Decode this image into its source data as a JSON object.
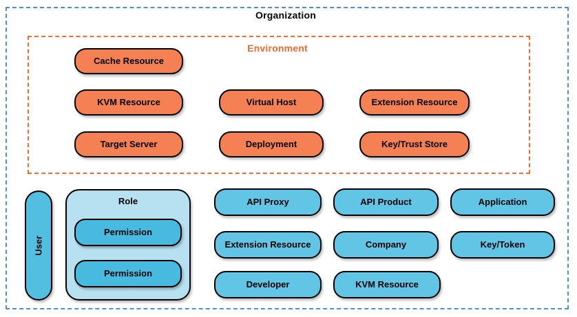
{
  "diagram": {
    "organization": {
      "title": "Organization",
      "user_label": "User",
      "role": {
        "label": "Role",
        "permissions": [
          {
            "label": "Permission"
          },
          {
            "label": "Permission"
          }
        ]
      },
      "nodes": [
        {
          "label": "API Proxy"
        },
        {
          "label": "API Product"
        },
        {
          "label": "Application"
        },
        {
          "label": "Extension Resource"
        },
        {
          "label": "Company"
        },
        {
          "label": "Key/Token"
        },
        {
          "label": "Developer"
        },
        {
          "label": "KVM Resource"
        }
      ]
    },
    "environment": {
      "title": "Environment",
      "nodes": [
        {
          "label": "Cache Resource"
        },
        {
          "label": "KVM Resource"
        },
        {
          "label": "Virtual Host"
        },
        {
          "label": "Extension Resource"
        },
        {
          "label": "Target Server"
        },
        {
          "label": "Deployment"
        },
        {
          "label": "Key/Trust Store"
        }
      ]
    },
    "colors": {
      "organization_border": "#4A8FD8",
      "environment_border": "#F26B2B",
      "environment_title_text": "#F26B2B",
      "environment_node_fill": "#F48054",
      "organization_node_fill": "#63C5E5",
      "permission_node_fill": "#49BADF",
      "user_node_fill": "#52BFE0",
      "role_container_fill": "#B7E0F0",
      "node_border": "#000000"
    }
  }
}
